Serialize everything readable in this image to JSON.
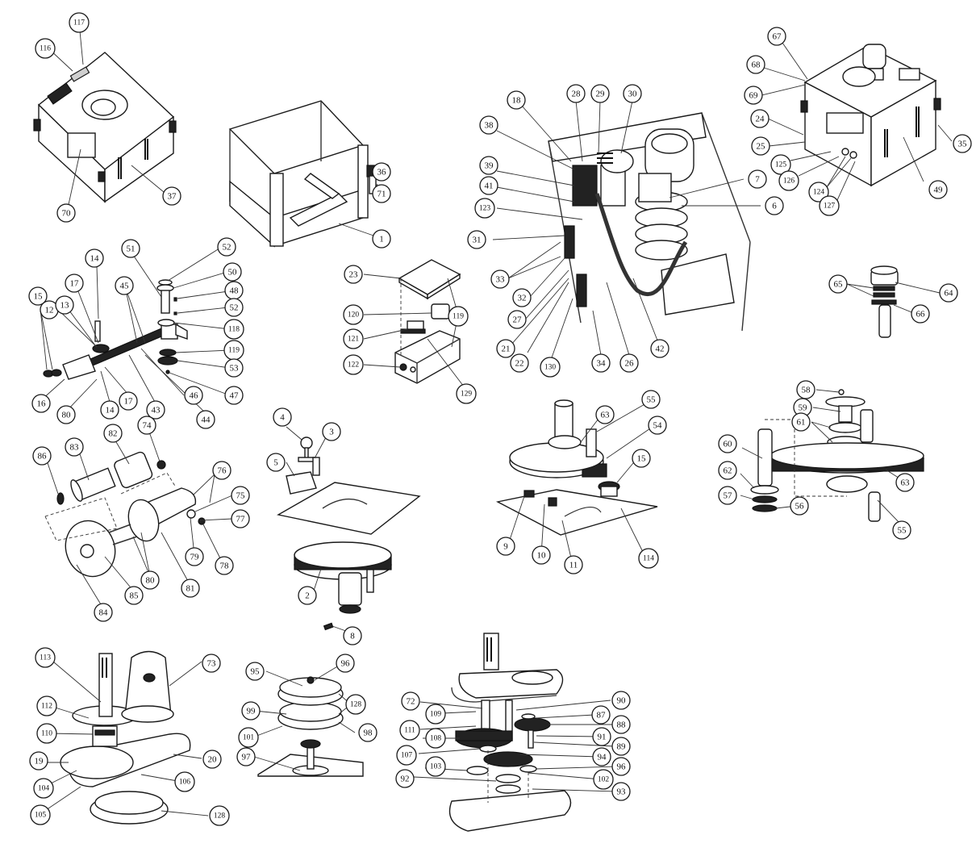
{
  "diagram": {
    "type": "exploded-parts-diagram",
    "colors": {
      "ink": "#1a1a1a",
      "paper": "#ffffff",
      "fill_dark": "#222222"
    },
    "assemblies": [
      {
        "id": "closed-housing-left",
        "callouts": [
          "117",
          "116",
          "37",
          "70"
        ]
      },
      {
        "id": "frame",
        "callouts": [
          "36",
          "71",
          "1"
        ]
      },
      {
        "id": "internal-drive",
        "callouts": [
          "18",
          "28",
          "29",
          "30",
          "38",
          "39",
          "41",
          "123",
          "31",
          "33",
          "32",
          "27",
          "21",
          "22",
          "130",
          "34",
          "26",
          "42",
          "7",
          "6"
        ]
      },
      {
        "id": "closed-housing-right",
        "callouts": [
          "67",
          "68",
          "69",
          "24",
          "25",
          "125",
          "126",
          "124",
          "127",
          "49",
          "35"
        ]
      },
      {
        "id": "lever-linkage",
        "callouts": [
          "15",
          "12",
          "13",
          "14",
          "17",
          "16",
          "80",
          "14",
          "17",
          "43",
          "45",
          "44",
          "46",
          "51",
          "52",
          "50",
          "48",
          "52",
          "118",
          "119",
          "53",
          "47"
        ]
      },
      {
        "id": "electrical-box",
        "callouts": [
          "23",
          "120",
          "121",
          "122",
          "119",
          "129"
        ]
      },
      {
        "id": "shaft-bushing",
        "callouts": [
          "65",
          "64",
          "66"
        ]
      },
      {
        "id": "motor",
        "callouts": [
          "86",
          "83",
          "82",
          "74",
          "76",
          "75",
          "77",
          "79",
          "78",
          "80",
          "81",
          "85",
          "84"
        ]
      },
      {
        "id": "top-plate-gear",
        "callouts": [
          "4",
          "3",
          "5",
          "2",
          "8"
        ]
      },
      {
        "id": "base-plate-gear",
        "callouts": [
          "63",
          "55",
          "54",
          "15",
          "9",
          "10",
          "11",
          "114"
        ]
      },
      {
        "id": "gear-shaft-exploded",
        "callouts": [
          "58",
          "59",
          "61",
          "60",
          "62",
          "57",
          "56",
          "63",
          "55"
        ]
      },
      {
        "id": "gearbox-assembly",
        "callouts": [
          "113",
          "73",
          "112",
          "110",
          "19",
          "20",
          "104",
          "106",
          "105",
          "128"
        ]
      },
      {
        "id": "clutch-pulleys",
        "callouts": [
          "95",
          "96",
          "99",
          "128",
          "101",
          "98",
          "97"
        ]
      },
      {
        "id": "gearbox-exploded",
        "callouts": [
          "72",
          "109",
          "111",
          "108",
          "107",
          "103",
          "92",
          "90",
          "87",
          "88",
          "91",
          "89",
          "94",
          "96",
          "102",
          "93"
        ]
      }
    ]
  }
}
